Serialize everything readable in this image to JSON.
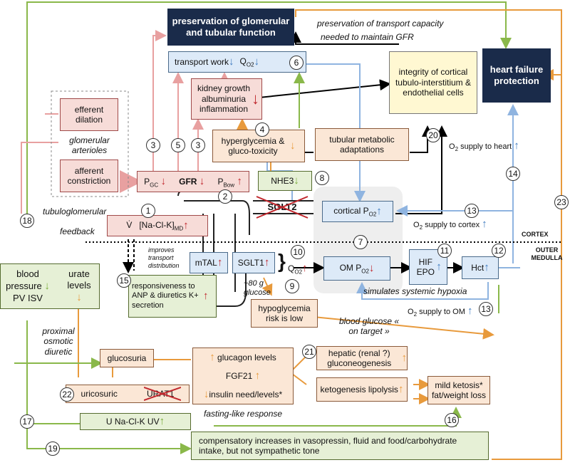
{
  "nodes": {
    "preservation": "preservation of glomerular and tubular function",
    "heart_failure": "heart failure protection",
    "transport_work": "transport work",
    "qo2_top": "QO2",
    "integrity": "integrity of cortical tubulo-interstitium & endothelial cells",
    "kidney_growth": "kidney growth albuminuria inflammation",
    "efferent": "efferent dilation",
    "glom_arterioles": "glomerular arterioles",
    "afferent": "afferent constriction",
    "hyperglycemia": "hyperglycemia & gluco-toxicity",
    "tubular_metabolic": "tubular metabolic adaptations",
    "pgc": "PGC",
    "gfr": "GFR",
    "pbow": "PBow",
    "nhe3": "NHE3",
    "sglt2": "SGLT2",
    "cortical_po2": "cortical PO2",
    "vnacl": "V̇  [Na-Cl-K]MD",
    "mtal": "mTAL",
    "sglt1": "SGLT1",
    "qo2_mid": "QO2",
    "om_po2": "OM PO2",
    "hif_epo": "HIF EPO",
    "hct": "Hct",
    "blood_pressure": "blood pressure PV ISV",
    "urate": "urate levels",
    "responsiveness": "responsiveness to ANP & diuretics K+ secretion",
    "hypoglycemia": "hypoglycemia risk is low",
    "glucosuria": "glucosuria",
    "glucagon": "glucagon levels",
    "fgf21": "FGF21",
    "insulin": "insulin need/levels*",
    "hepatic": "hepatic (renal ?) gluconeogenesis",
    "ketogenesis": "ketogenesis lipolysis",
    "mild_ketosis": "mild ketosis* fat/weight loss",
    "uricosuric": "uricosuric",
    "urat1": "URAT1",
    "u_nacl": "U Na-Cl-K UV",
    "compensatory": "compensatory increases in vasopressin, fluid and food/carbohydrate intake, but not sympathetic tone"
  },
  "labels": {
    "preservation_transport": "preservation of transport capacity",
    "needed_gfr": "needed to maintain GFR",
    "o2_heart": "O2 supply to heart",
    "tubuloglomerular": "tubuloglomerular",
    "feedback": "feedback",
    "o2_cortex": "O2 supply to cortex",
    "cortex": "CORTEX",
    "outer_medulla": "OUTER MEDULLA",
    "improves": "improves transport distribution",
    "eighty_g": "~80 g glucose",
    "simulates": "simulates systemic hypoxia",
    "o2_om": "O2 supply to OM",
    "blood_glucose": "blood glucose « on target »",
    "proximal": "proximal osmotic diuretic",
    "fasting": "fasting-like response"
  },
  "numbers": [
    "1",
    "2",
    "3",
    "4",
    "5",
    "6",
    "7",
    "8",
    "9",
    "10",
    "11",
    "12",
    "13",
    "14",
    "15",
    "16",
    "17",
    "18",
    "19",
    "20",
    "21",
    "22",
    "23",
    "13",
    "3"
  ],
  "colors": {
    "pink_arrow": "#e8a0a0",
    "orange_arrow": "#e89a3c",
    "blue_arrow": "#8fb4e0",
    "green_arrow": "#8ab84a",
    "black_arrow": "#000000"
  }
}
